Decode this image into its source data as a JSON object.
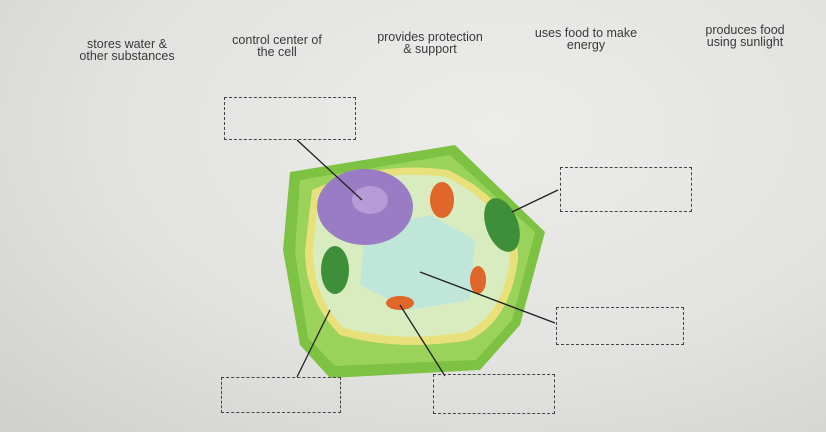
{
  "labels": [
    {
      "line1": "stores water &",
      "line2": "other substances"
    },
    {
      "line1": "control center of",
      "line2": "the cell"
    },
    {
      "line1": "provides protection",
      "line2": "& support"
    },
    {
      "line1": "uses food to make",
      "line2": "energy"
    },
    {
      "line1": "produces food",
      "line2": "using sunlight"
    }
  ],
  "drop_targets": [
    "nucleus-target",
    "chloroplast-target",
    "vacuole-target",
    "mitochondria-target",
    "cell-wall-target"
  ],
  "colors": {
    "cell_wall": "#7dc242",
    "membrane": "#e8e07a",
    "cytoplasm": "#d9ecc0",
    "nucleus": "#9a7cc4",
    "chloroplast": "#3f8f3a",
    "mitochondria": "#e0662a",
    "vacuole": "#bfe6d8"
  }
}
